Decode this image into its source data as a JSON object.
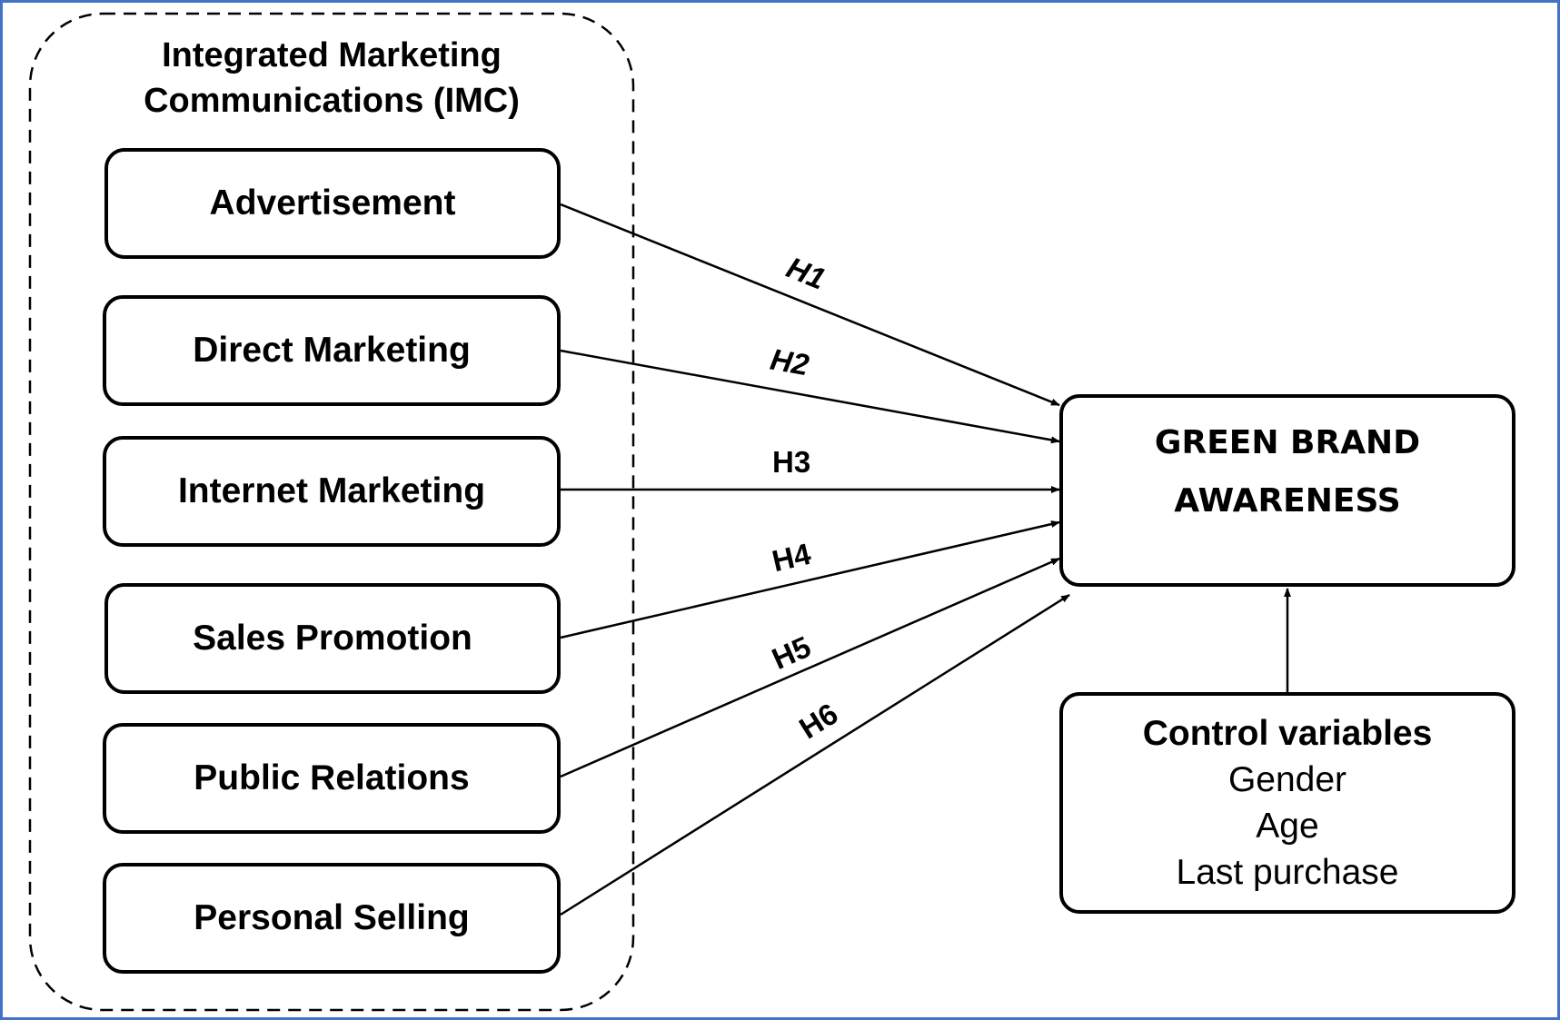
{
  "imc_group": {
    "title_line1": "Integrated Marketing",
    "title_line2": "Communications (IMC)"
  },
  "constructs": [
    {
      "id": "advertisement",
      "label": "Advertisement"
    },
    {
      "id": "direct-marketing",
      "label": "Direct Marketing"
    },
    {
      "id": "internet-marketing",
      "label": "Internet Marketing"
    },
    {
      "id": "sales-promotion",
      "label": "Sales Promotion"
    },
    {
      "id": "public-relations",
      "label": "Public Relations"
    },
    {
      "id": "personal-selling",
      "label": "Personal Selling"
    }
  ],
  "outcome": {
    "line1": "GREEN BRAND",
    "line2": "AWARENESS"
  },
  "controls": {
    "title": "Control variables",
    "items": [
      "Gender",
      "Age",
      "Last purchase"
    ]
  },
  "hypotheses": [
    {
      "label": "H1",
      "from": "Advertisement",
      "to": "GREEN BRAND AWARENESS"
    },
    {
      "label": "H2",
      "from": "Direct Marketing",
      "to": "GREEN BRAND AWARENESS"
    },
    {
      "label": "H3",
      "from": "Internet Marketing",
      "to": "GREEN BRAND AWARENESS"
    },
    {
      "label": "H4",
      "from": "Sales Promotion",
      "to": "GREEN BRAND AWARENESS"
    },
    {
      "label": "H5",
      "from": "Public Relations",
      "to": "GREEN BRAND AWARENESS"
    },
    {
      "label": "H6",
      "from": "Personal Selling",
      "to": "GREEN BRAND AWARENESS"
    }
  ],
  "colors": {
    "frame_border": "#4472C4",
    "stroke": "#000000"
  }
}
